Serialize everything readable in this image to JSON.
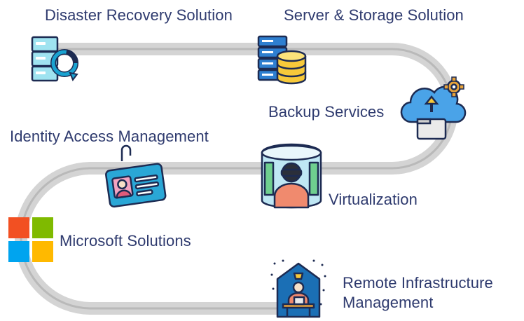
{
  "services": [
    {
      "label": "Disaster Recovery Solution",
      "icon": "disaster-recovery-icon"
    },
    {
      "label": "Server & Storage Solution",
      "icon": "server-storage-icon"
    },
    {
      "label": "Backup Services",
      "icon": "cloud-backup-icon"
    },
    {
      "label": "Identity Access Management",
      "icon": "id-badge-icon"
    },
    {
      "label": "Virtualization",
      "icon": "vr-person-icon"
    },
    {
      "label": "Microsoft Solutions",
      "icon": "microsoft-logo-icon"
    },
    {
      "label": "Remote Infrastructure Management",
      "icon": "remote-worker-icon"
    }
  ],
  "colors": {
    "text": "#2e3a6e",
    "road_outer": "#d2d2d2",
    "road_inner": "#bdbdbd",
    "ms_red": "#f25022",
    "ms_green": "#7fba00",
    "ms_blue": "#00a4ef",
    "ms_yellow": "#ffb900"
  }
}
